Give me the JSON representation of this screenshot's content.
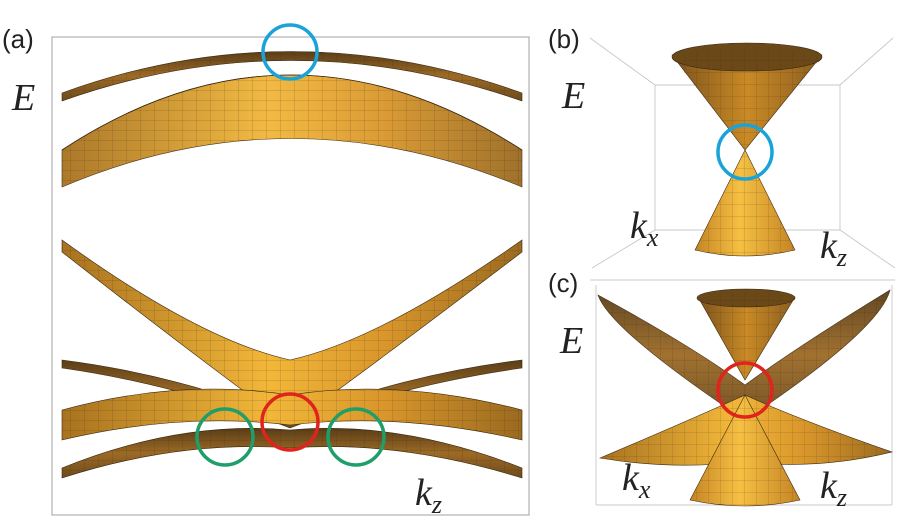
{
  "panels": {
    "a": {
      "label": "(a)",
      "energy_axis": "E",
      "momentum_axis_base": "k",
      "momentum_axis_sub": "z"
    },
    "b": {
      "label": "(b)",
      "energy_axis": "E",
      "kx_base": "k",
      "kx_sub": "x",
      "kz_base": "k",
      "kz_sub": "z"
    },
    "c": {
      "label": "(c)",
      "energy_axis": "E",
      "kx_base": "k",
      "kx_sub": "x",
      "kz_base": "k",
      "kz_sub": "z"
    }
  },
  "colors": {
    "surface_light": "#f0b030",
    "surface_mid": "#c98a26",
    "surface_dark": "#4a3316",
    "frame": "#b0b0b0",
    "circle_blue": "#1aa3d9",
    "circle_red": "#e0231c",
    "circle_green": "#1f9e6a"
  }
}
